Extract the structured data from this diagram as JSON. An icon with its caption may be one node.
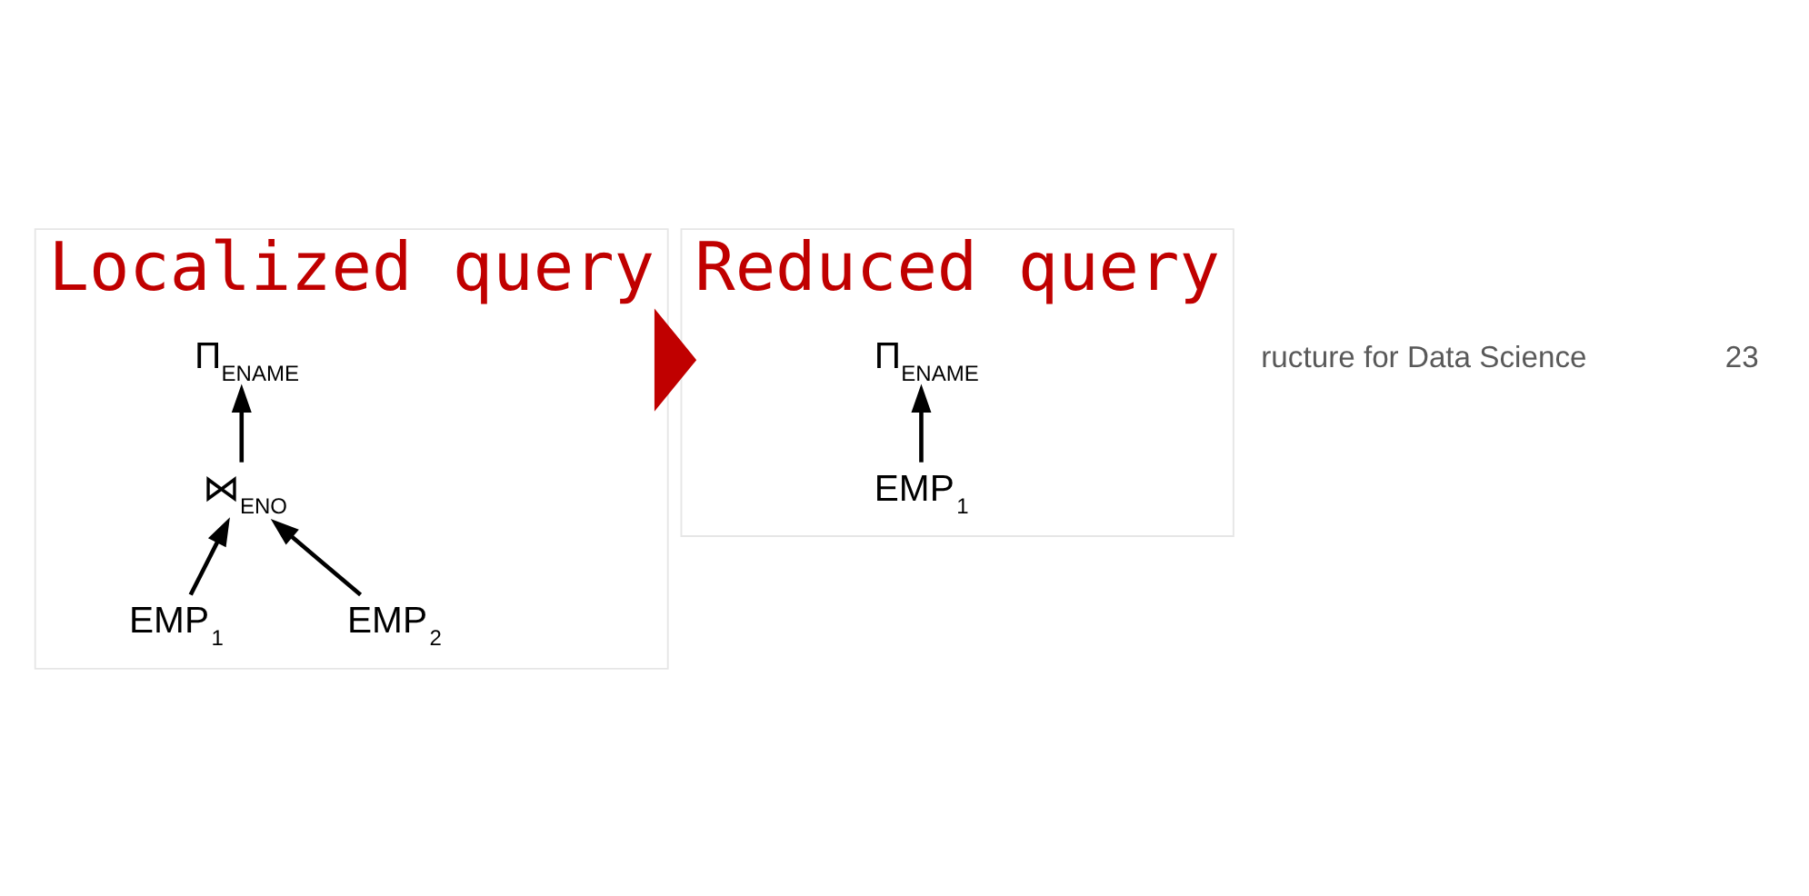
{
  "diagram": {
    "nodes": [
      {
        "text": [
          "Localized query"
        ]
      },
      {
        "text": [
          "Π$_{ENAME}$"
        ],
        "in": 0
      },
      {
        "text": [
          "⋈$_{ENO}$"
        ],
        "in": 0
      },
      {
        "text": [
          "EMP$_{1}$"
        ],
        "in": 0
      },
      {
        "text": [
          "EMP$_{2}$"
        ],
        "in": 0
      },
      {
        "text": [
          "Reduced query"
        ]
      },
      {
        "text": [
          "Π$_{ENAME}$"
        ],
        "in": 5
      },
      {
        "text": [
          "EMP$_{1}$"
        ],
        "in": 5
      }
    ],
    "edges": [
      {
        "from": 3,
        "to": 2,
        "arrow": "to"
      },
      {
        "from": 4,
        "to": 2,
        "arrow": "to"
      },
      {
        "from": 2,
        "to": 1,
        "arrow": "to"
      },
      {
        "from": 7,
        "to": 6,
        "arrow": "to"
      },
      {
        "from": 0,
        "to": 5,
        "arrow": "to",
        "style": "thick",
        "color": "#c00000"
      }
    ],
    "labels": [
      "ructure for Data Science",
      "23"
    ]
  }
}
